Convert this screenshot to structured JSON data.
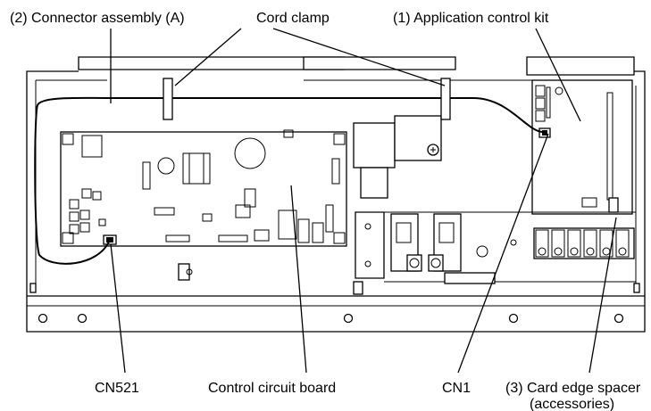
{
  "labels": {
    "connector_assembly": "(2) Connector assembly (A)",
    "cord_clamp": "Cord clamp",
    "application_control_kit": "(1) Application control kit",
    "cn521": "CN521",
    "control_circuit_board": "Control circuit board",
    "cn1": "CN1",
    "card_edge_spacer": "(3) Card edge spacer",
    "accessories": "(accessories)"
  }
}
